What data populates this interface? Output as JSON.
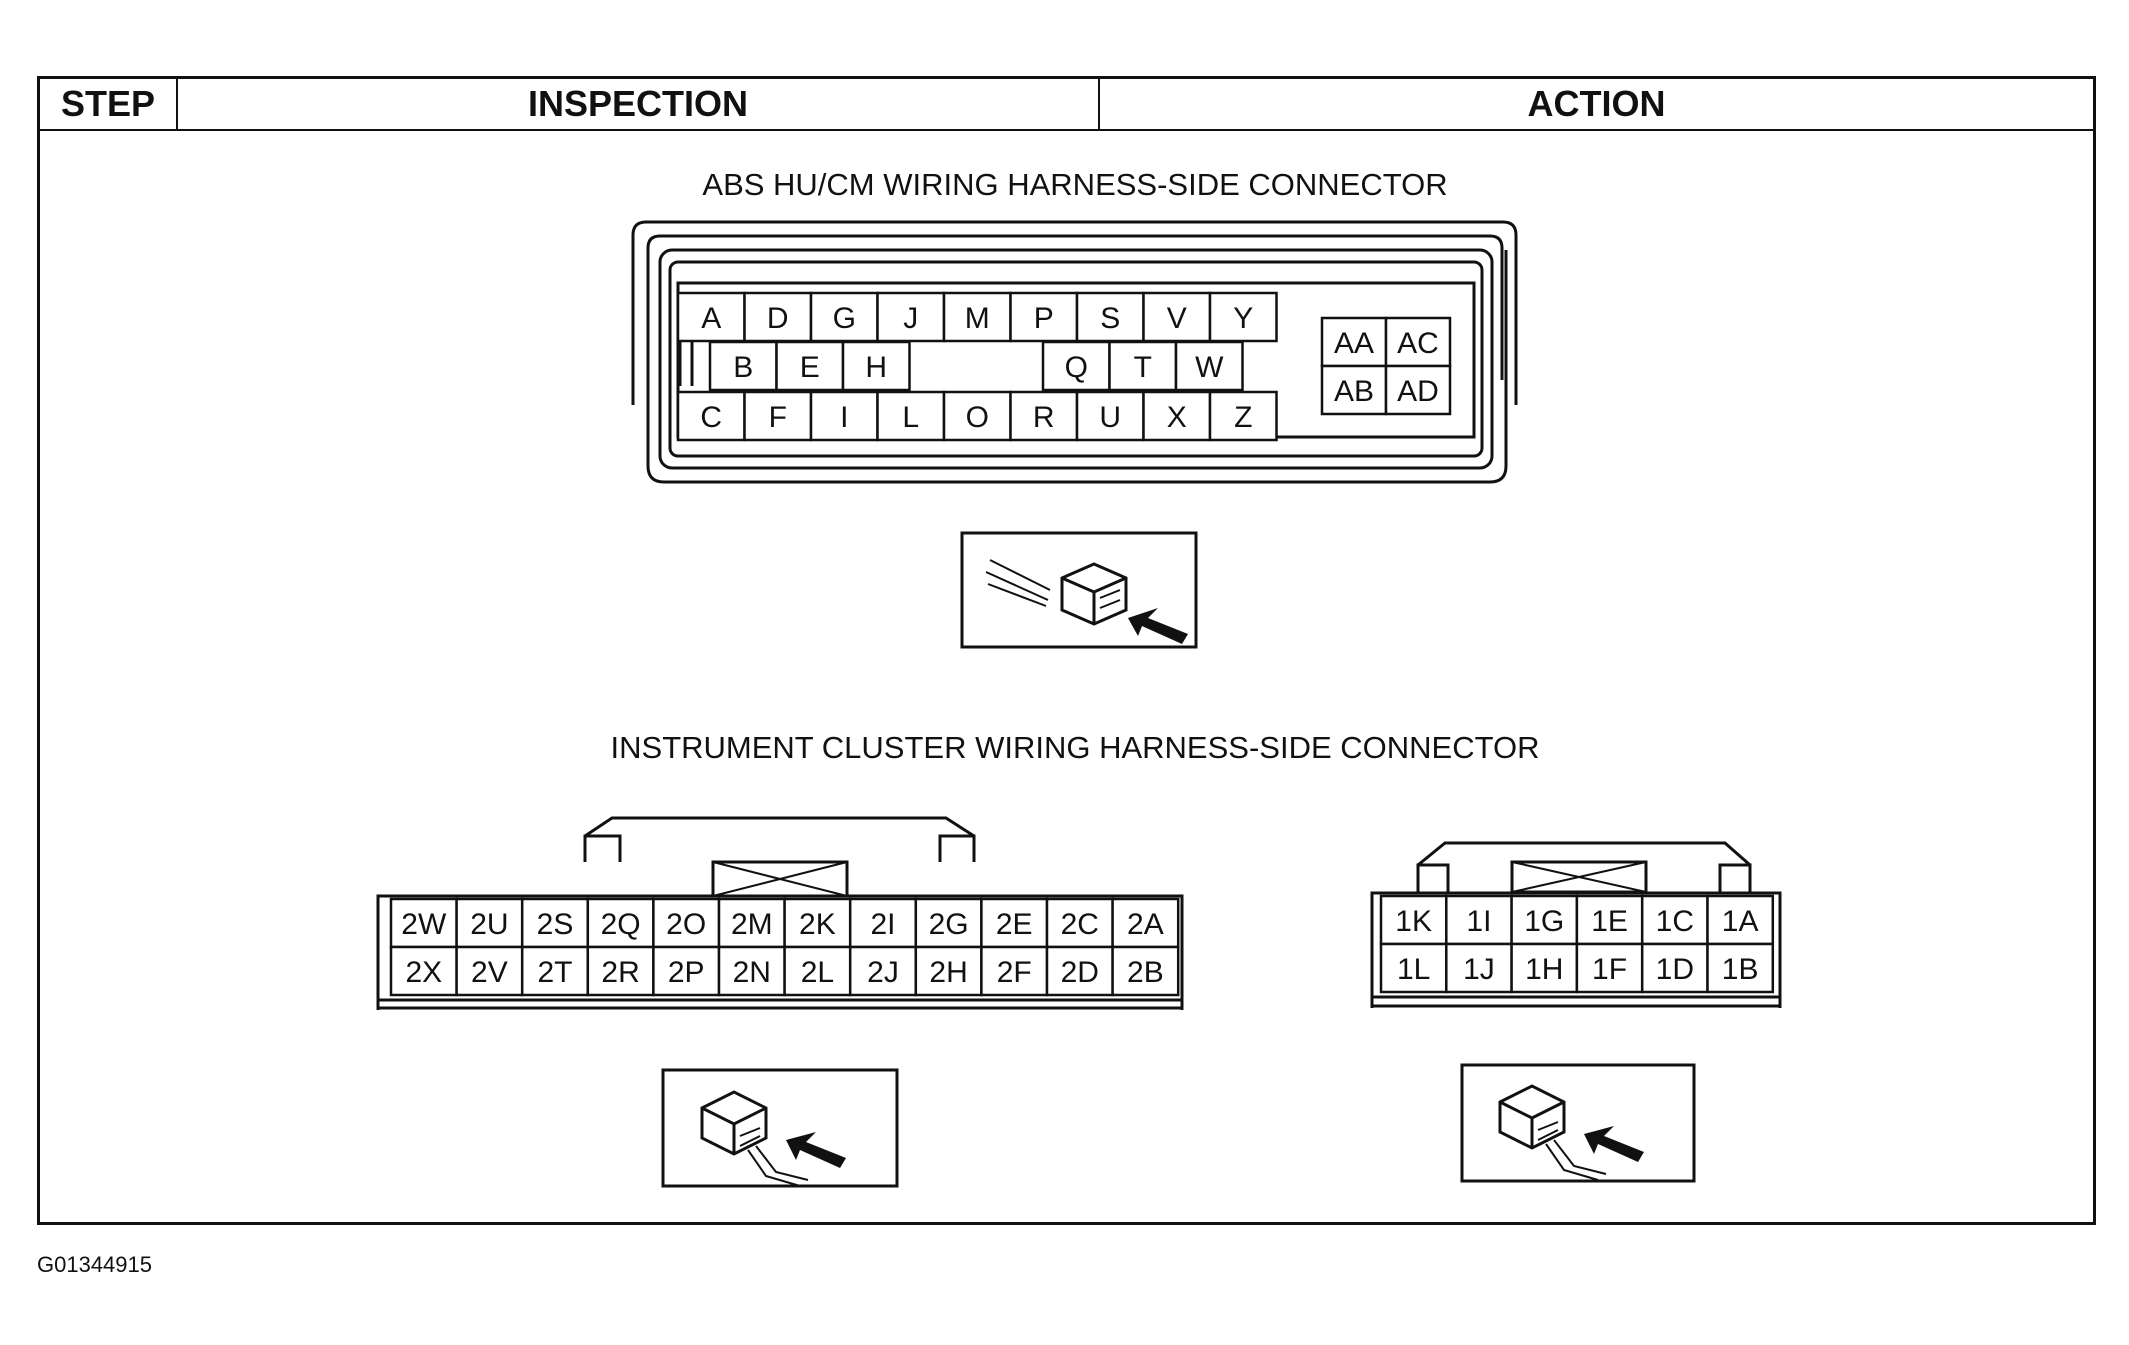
{
  "table_header": {
    "step": "STEP",
    "inspection": "INSPECTION",
    "action": "ACTION"
  },
  "abs_connector": {
    "title": "ABS HU/CM WIRING HARNESS-SIDE CONNECTOR",
    "row1": [
      "A",
      "D",
      "G",
      "J",
      "M",
      "P",
      "S",
      "V",
      "Y"
    ],
    "row2_left": [
      "B",
      "E",
      "H"
    ],
    "row2_right": [
      "Q",
      "T",
      "W"
    ],
    "row3": [
      "C",
      "F",
      "I",
      "L",
      "O",
      "R",
      "U",
      "X",
      "Z"
    ],
    "block": [
      [
        "AA",
        "AC"
      ],
      [
        "AB",
        "AD"
      ]
    ]
  },
  "cluster_connector": {
    "title": "INSTRUMENT CLUSTER WIRING HARNESS-SIDE CONNECTOR",
    "conn2_top": [
      "2W",
      "2U",
      "2S",
      "2Q",
      "2O",
      "2M",
      "2K",
      "2I",
      "2G",
      "2E",
      "2C",
      "2A"
    ],
    "conn2_bottom": [
      "2X",
      "2V",
      "2T",
      "2R",
      "2P",
      "2N",
      "2L",
      "2J",
      "2H",
      "2F",
      "2D",
      "2B"
    ],
    "conn1_top": [
      "1K",
      "1I",
      "1G",
      "1E",
      "1C",
      "1A"
    ],
    "conn1_bottom": [
      "1L",
      "1J",
      "1H",
      "1F",
      "1D",
      "1B"
    ]
  },
  "figure_id": "G01344915"
}
